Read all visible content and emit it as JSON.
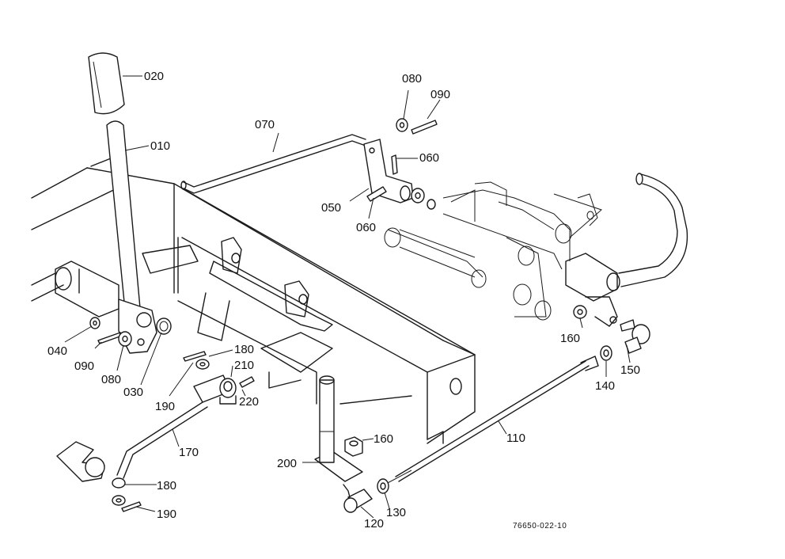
{
  "diagram": {
    "callouts": {
      "c020": "020",
      "c010": "010",
      "c070": "070",
      "c080a": "080",
      "c090a": "090",
      "c060a": "060",
      "c050": "050",
      "c060b": "060",
      "c040": "040",
      "c090b": "090",
      "c080b": "080",
      "c030": "030",
      "c190a": "190",
      "c180a": "180",
      "c210": "210",
      "c220": "220",
      "c170": "170",
      "c180b": "180",
      "c190b": "190",
      "c200": "200",
      "c160a": "160",
      "c120": "120",
      "c130": "130",
      "c110": "110",
      "c140": "140",
      "c150": "150",
      "c160b": "160"
    },
    "reference_code": "76650-022-10"
  }
}
